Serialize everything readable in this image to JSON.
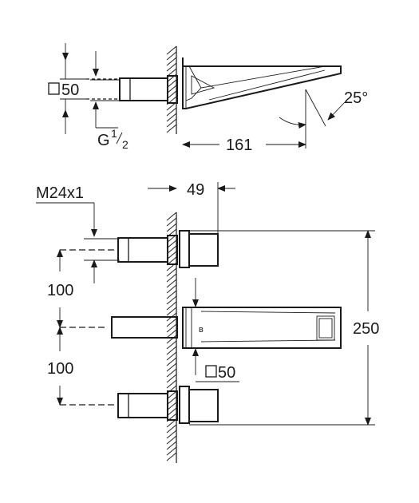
{
  "labels": {
    "square_top": "50",
    "thread_g": "G",
    "thread_num": "1",
    "thread_den": "2",
    "dim_161": "161",
    "angle_25": "25°",
    "thread_m24": "M24x1",
    "dim_49": "49",
    "dim_100_upper": "100",
    "dim_100_lower": "100",
    "dim_250": "250",
    "square_bottom": "50"
  }
}
